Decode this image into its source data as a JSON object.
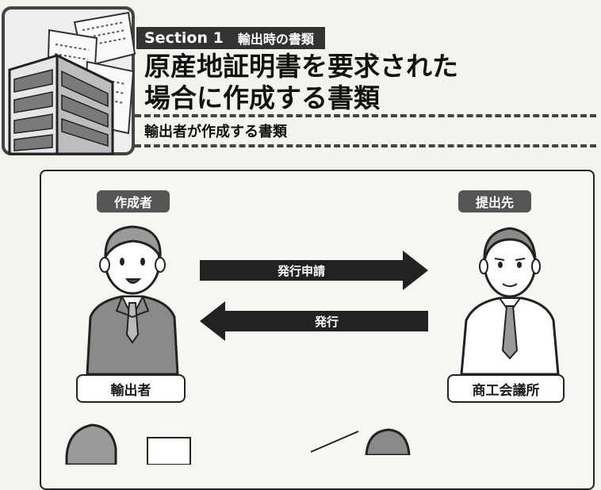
{
  "header": {
    "section": "Section 1",
    "section_subtitle": "輸出時の書類",
    "title_line1": "原産地証明書を要求された",
    "title_line2": "場合に作成する書類",
    "subtitle": "輸出者が作成する書類"
  },
  "diagram": {
    "left_role": "作成者",
    "right_role": "提出先",
    "left_name": "輸出者",
    "right_name": "商工会議所",
    "arrow_right_label": "発行申請",
    "arrow_left_label": "発行"
  }
}
